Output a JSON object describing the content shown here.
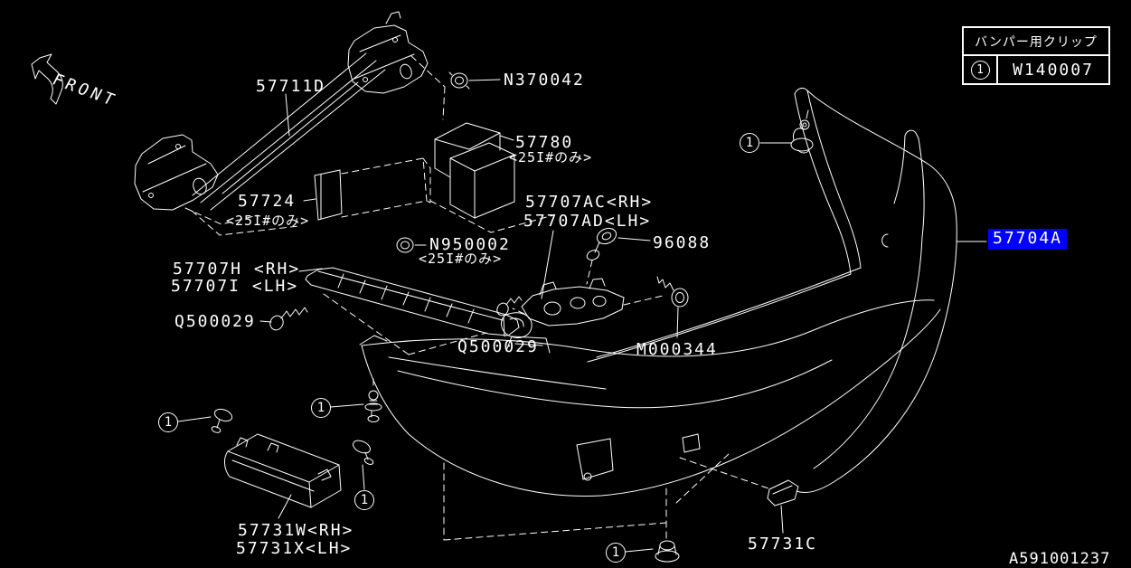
{
  "window": {
    "background": "#000000",
    "line_color": "#ffffff"
  },
  "highlight": {
    "part_number": "57704A",
    "bg": "#0000ff",
    "fg": "#ffffff"
  },
  "clip_table": {
    "title": "バンパー用クリップ",
    "callout": "1",
    "part_number": "W140007"
  },
  "front_label": "FRONT",
  "diagram_code": "A591001237",
  "callout_symbol": "1",
  "labels": {
    "beam": "57711D",
    "nut_upper": "N370042",
    "absorber_block": "57780",
    "absorber_block_note": "<25I#のみ>",
    "absorber": "57724",
    "absorber_note": "<25I#のみ>",
    "bracket_rh": "57707AC<RH>",
    "bracket_lh": "57707AD<LH>",
    "clip_96088": "96088",
    "nut_lower": "N950002",
    "nut_lower_note": "<25I#のみ>",
    "side_bracket_rh": "57707H <RH>",
    "side_bracket_lh": "57707I <LH>",
    "screw_left": "Q500029",
    "screw_mid": "Q500029",
    "screw_right": "M000344",
    "under_cover_rh": "57731W<RH>",
    "under_cover_lh": "57731X<LH>",
    "bracket_c": "57731C"
  }
}
